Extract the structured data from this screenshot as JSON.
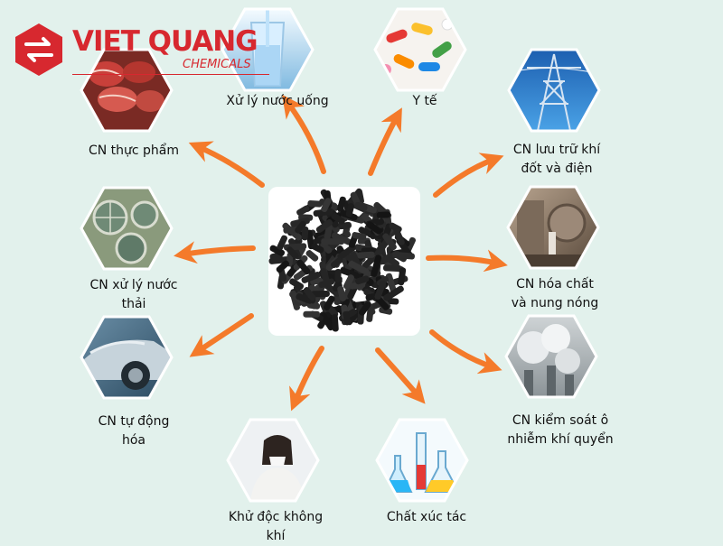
{
  "brand": {
    "name": "VIET QUANG",
    "subtitle": "CHEMICALS",
    "color": "#d7282f"
  },
  "colors": {
    "background": "#e2f1ec",
    "arrow": "#f47a2a",
    "hexagon_border": "#ffffff"
  },
  "center": {
    "image": "activated carbon pellets"
  },
  "applications": [
    {
      "label": "Xử lý nước uống",
      "icon": "water-glass-icon"
    },
    {
      "label": "Y tế",
      "icon": "pills-icon"
    },
    {
      "label": "CN lưu trữ khí\nđốt và điện",
      "icon": "power-tower-icon"
    },
    {
      "label": "CN hóa chất\nvà nung nóng",
      "icon": "factory-icon"
    },
    {
      "label": "CN kiểm soát ô\nnhiễm khí quyển",
      "icon": "smoke-icon"
    },
    {
      "label": "Chất xúc tác",
      "icon": "flasks-icon"
    },
    {
      "label": "Khử độc không\nkhí",
      "icon": "person-mask-icon"
    },
    {
      "label": "CN tự động\nhóa",
      "icon": "car-icon"
    },
    {
      "label": "CN xử lý nước\nthải",
      "icon": "wastewater-plant-icon"
    },
    {
      "label": "CN thực phẩm",
      "icon": "meat-icon"
    }
  ]
}
